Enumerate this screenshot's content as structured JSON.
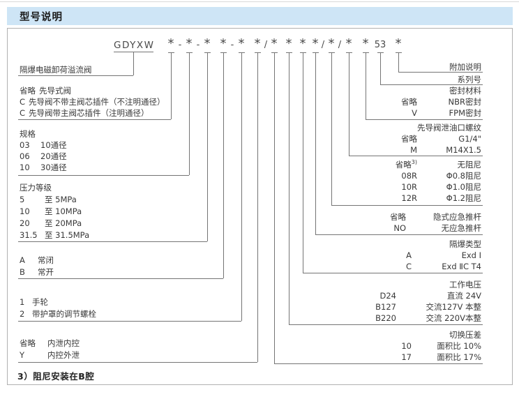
{
  "header": {
    "title": "型号说明"
  },
  "model_code": {
    "prefix": "GDYXW",
    "star": "*",
    "dash": "-",
    "slash": "/",
    "series_fixed": "53",
    "full": "GDYXW *-*-* *-* */* * * */*/* * 53 *"
  },
  "left_groups": [
    {
      "title_line": "隔爆电磁卸荷溢流阀"
    },
    {
      "lines": [
        {
          "code": "省略",
          "desc": "先导式阀"
        },
        {
          "code": "C",
          "desc": "先导阀不带主阀芯插件（不注明通径）"
        },
        {
          "code": "C",
          "desc": "先导阀带主阀芯插件（注明通径）"
        }
      ]
    },
    {
      "header": "规格",
      "lines": [
        {
          "code": "03",
          "desc": "10通径"
        },
        {
          "code": "06",
          "desc": "20通径"
        },
        {
          "code": "10",
          "desc": "30通径"
        }
      ]
    },
    {
      "header": "压力等级",
      "lines": [
        {
          "code": "5",
          "desc": "至 5MPa"
        },
        {
          "code": "10",
          "desc": "至 10MPa"
        },
        {
          "code": "20",
          "desc": "至 20MPa"
        },
        {
          "code": "31.5",
          "desc": "至 31.5MPa"
        }
      ]
    },
    {
      "lines": [
        {
          "code": "A",
          "desc": "常闭"
        },
        {
          "code": "B",
          "desc": "常开"
        }
      ]
    },
    {
      "lines": [
        {
          "code": "1",
          "desc": "手轮"
        },
        {
          "code": "2",
          "desc": "带护罩的调节螺栓"
        }
      ]
    },
    {
      "lines": [
        {
          "code": "省略",
          "desc": "内泄内控"
        },
        {
          "code": "Y",
          "desc": "内控外泄"
        }
      ]
    }
  ],
  "right_groups": [
    {
      "header": "附加说明"
    },
    {
      "header": "系列号"
    },
    {
      "header": "密封材料",
      "lines": [
        {
          "code": "省略",
          "desc": "NBR密封"
        },
        {
          "code": "V",
          "desc": "FPM密封"
        }
      ]
    },
    {
      "header": "先导阀泄油口螺纹",
      "lines": [
        {
          "code": "省略",
          "desc": "G1/4\""
        },
        {
          "code": "M",
          "desc": "M14X1.5"
        }
      ]
    },
    {
      "lines": [
        {
          "code": "省略",
          "sup": "3)",
          "desc": "无阻尼"
        },
        {
          "code": "08R",
          "desc": "Φ0.8阻尼"
        },
        {
          "code": "10R",
          "desc": "Φ1.0阻尼"
        },
        {
          "code": "12R",
          "desc": "Φ1.2阻尼"
        }
      ]
    },
    {
      "lines": [
        {
          "code": "省略",
          "desc": "隐式应急推杆"
        },
        {
          "code": "NO",
          "desc": "无应急推杆"
        }
      ]
    },
    {
      "header": "隔爆类型",
      "lines": [
        {
          "code": "A",
          "desc": "Exd Ⅰ"
        },
        {
          "code": "C",
          "desc": "Exd ⅡC T4"
        }
      ]
    },
    {
      "header": "工作电压",
      "lines": [
        {
          "code": "D24",
          "desc": "直流 24V"
        },
        {
          "code": "B127",
          "desc": "交流127V 本整"
        },
        {
          "code": "B220",
          "desc": "交流 220V本整"
        }
      ]
    },
    {
      "header": "切换压差",
      "lines": [
        {
          "code": "10",
          "desc": "面积比 10%"
        },
        {
          "code": "17",
          "desc": "面积比 17%"
        }
      ]
    }
  ],
  "footnote": "3）阻尼安装在B腔",
  "colors": {
    "header_bg": "#cee5f6",
    "line": "#747474",
    "text": "#383838",
    "border": "#b0b0b0"
  }
}
